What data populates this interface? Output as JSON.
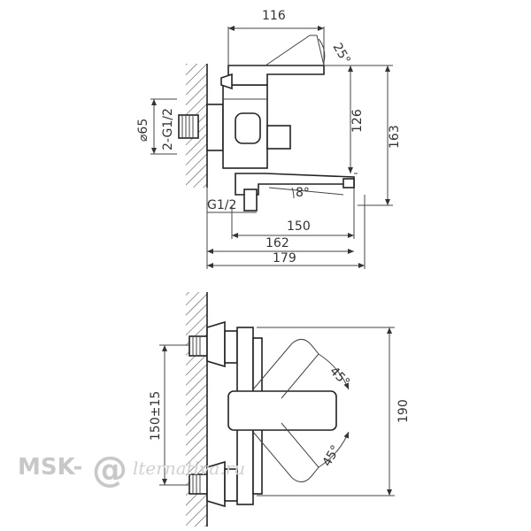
{
  "top_view": {
    "dim_width": "116",
    "dim_angle_lever": "25°",
    "dim_diameter": "⌀65",
    "dim_connection": "2-G1/2",
    "dim_height_inner": "126",
    "dim_height_outer": "163",
    "dim_angle_spout": "8°",
    "dim_outlet": "G1/2",
    "dim_len_150": "150",
    "dim_len_162": "162",
    "dim_len_179": "179"
  },
  "bottom_view": {
    "dim_spacing": "150±15",
    "dim_angle_up": "45°",
    "dim_angle_down": "45°",
    "dim_height": "190"
  },
  "watermark": {
    "brand": "MSK-",
    "at": "@",
    "site": "lternativa.ru"
  }
}
